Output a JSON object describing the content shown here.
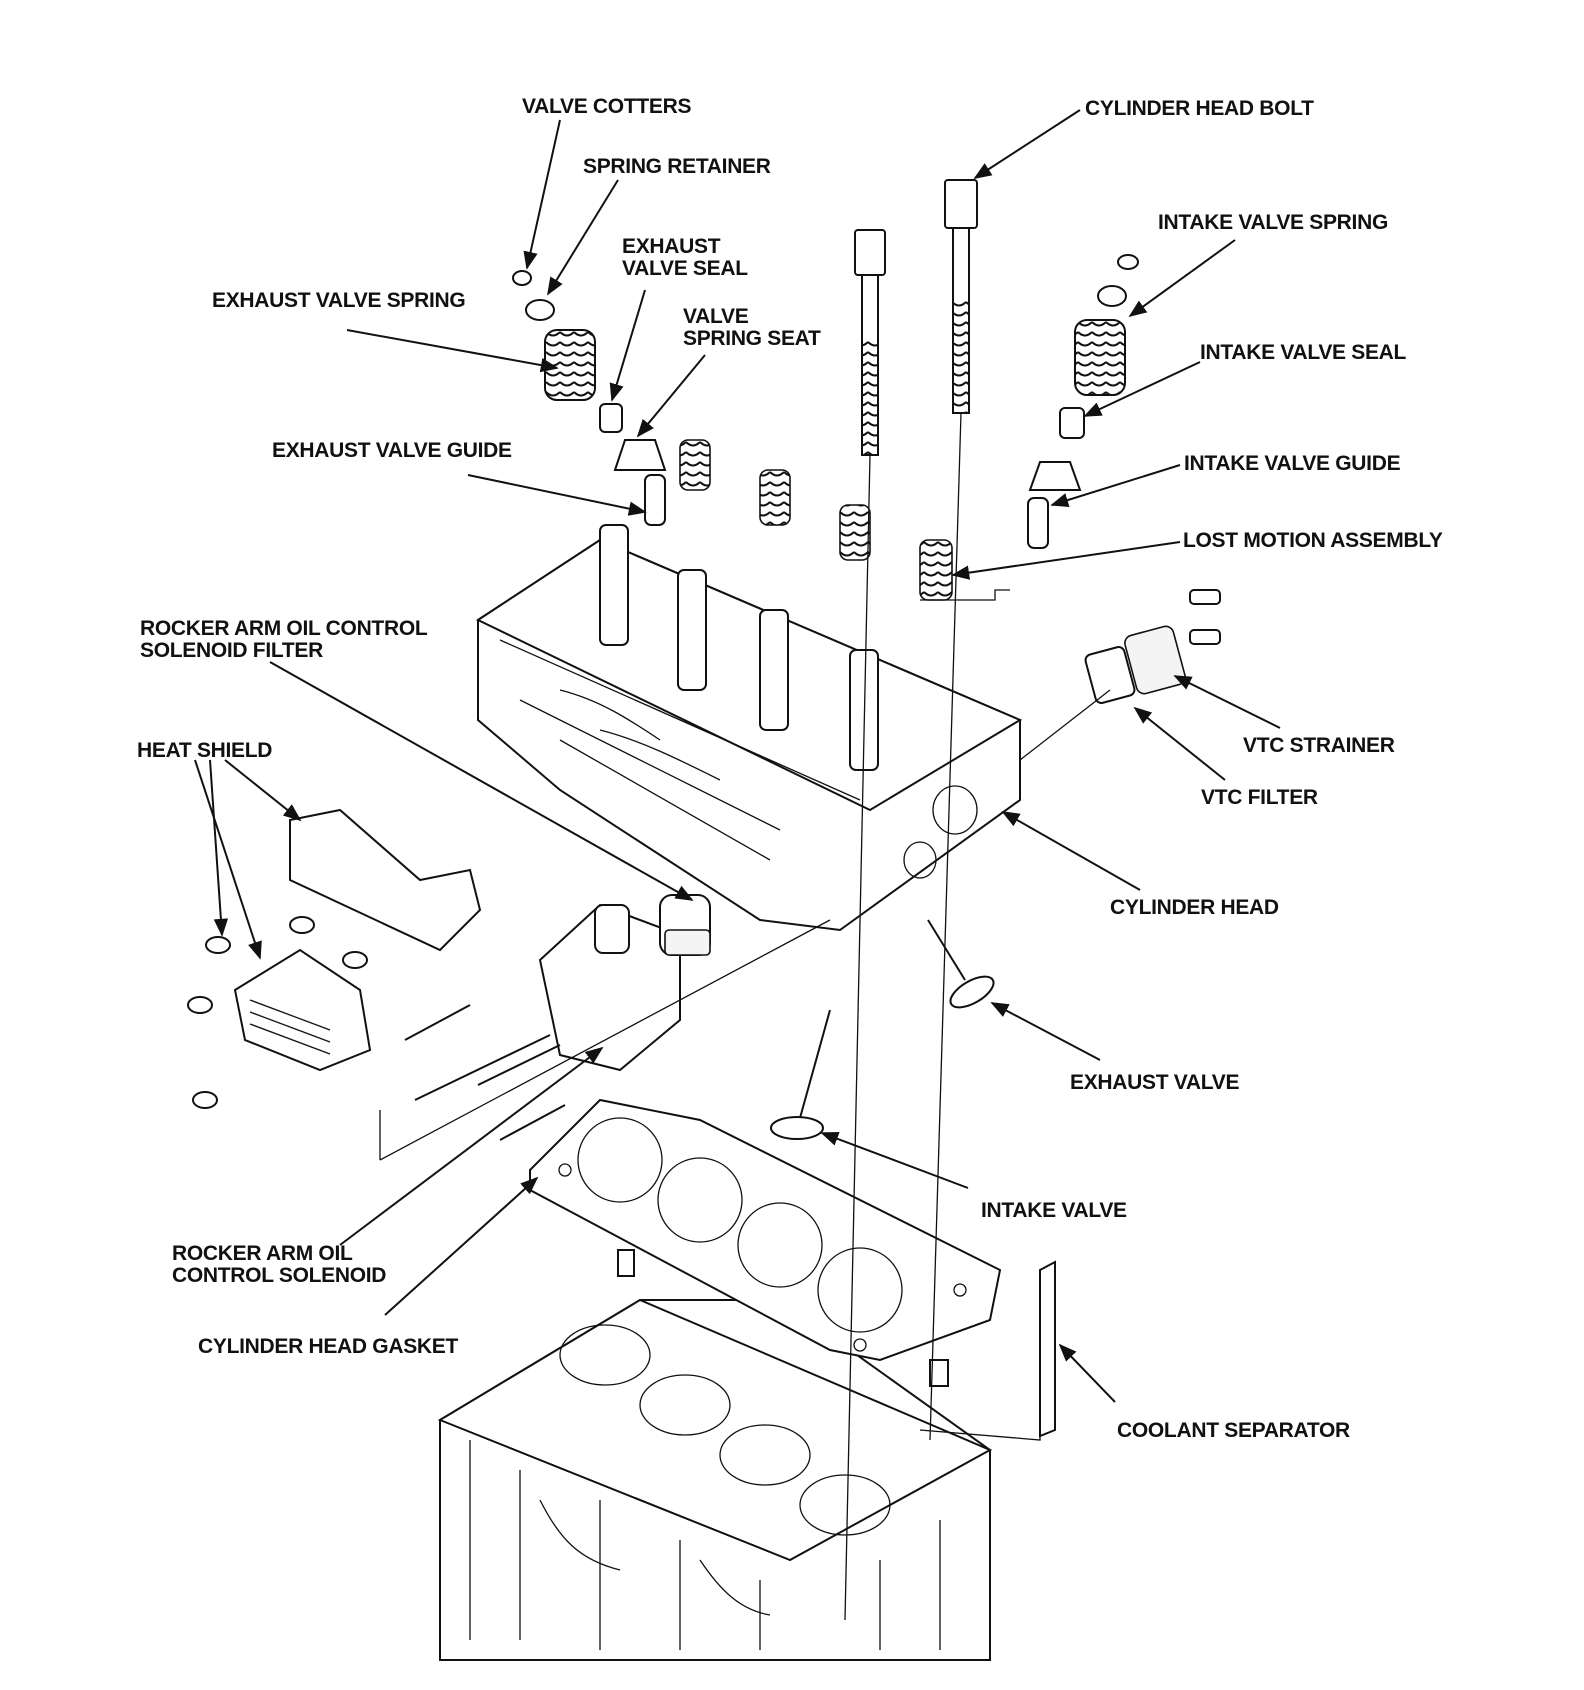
{
  "labels": {
    "valve_cotters": "VALVE COTTERS",
    "spring_retainer": "SPRING RETAINER",
    "exhaust_valve_seal": [
      "EXHAUST",
      "VALVE SEAL"
    ],
    "valve_spring_seat": [
      "VALVE",
      "SPRING SEAT"
    ],
    "exhaust_valve_spring": "EXHAUST VALVE SPRING",
    "exhaust_valve_guide": "EXHAUST VALVE GUIDE",
    "cylinder_head_bolt": "CYLINDER HEAD BOLT",
    "intake_valve_spring": "INTAKE VALVE SPRING",
    "intake_valve_seal": "INTAKE VALVE SEAL",
    "intake_valve_guide": "INTAKE VALVE GUIDE",
    "lost_motion_assembly": "LOST MOTION ASSEMBLY",
    "rocker_filter": [
      "ROCKER ARM OIL CONTROL",
      "SOLENOID FILTER"
    ],
    "heat_shield": "HEAT SHIELD",
    "vtc_strainer": "VTC STRAINER",
    "vtc_filter": "VTC FILTER",
    "cylinder_head": "CYLINDER HEAD",
    "exhaust_valve": "EXHAUST VALVE",
    "intake_valve": "INTAKE VALVE",
    "rocker_solenoid": [
      "ROCKER ARM OIL",
      "CONTROL SOLENOID"
    ],
    "cylinder_head_gasket": "CYLINDER HEAD GASKET",
    "coolant_separator": "COOLANT SEPARATOR"
  }
}
